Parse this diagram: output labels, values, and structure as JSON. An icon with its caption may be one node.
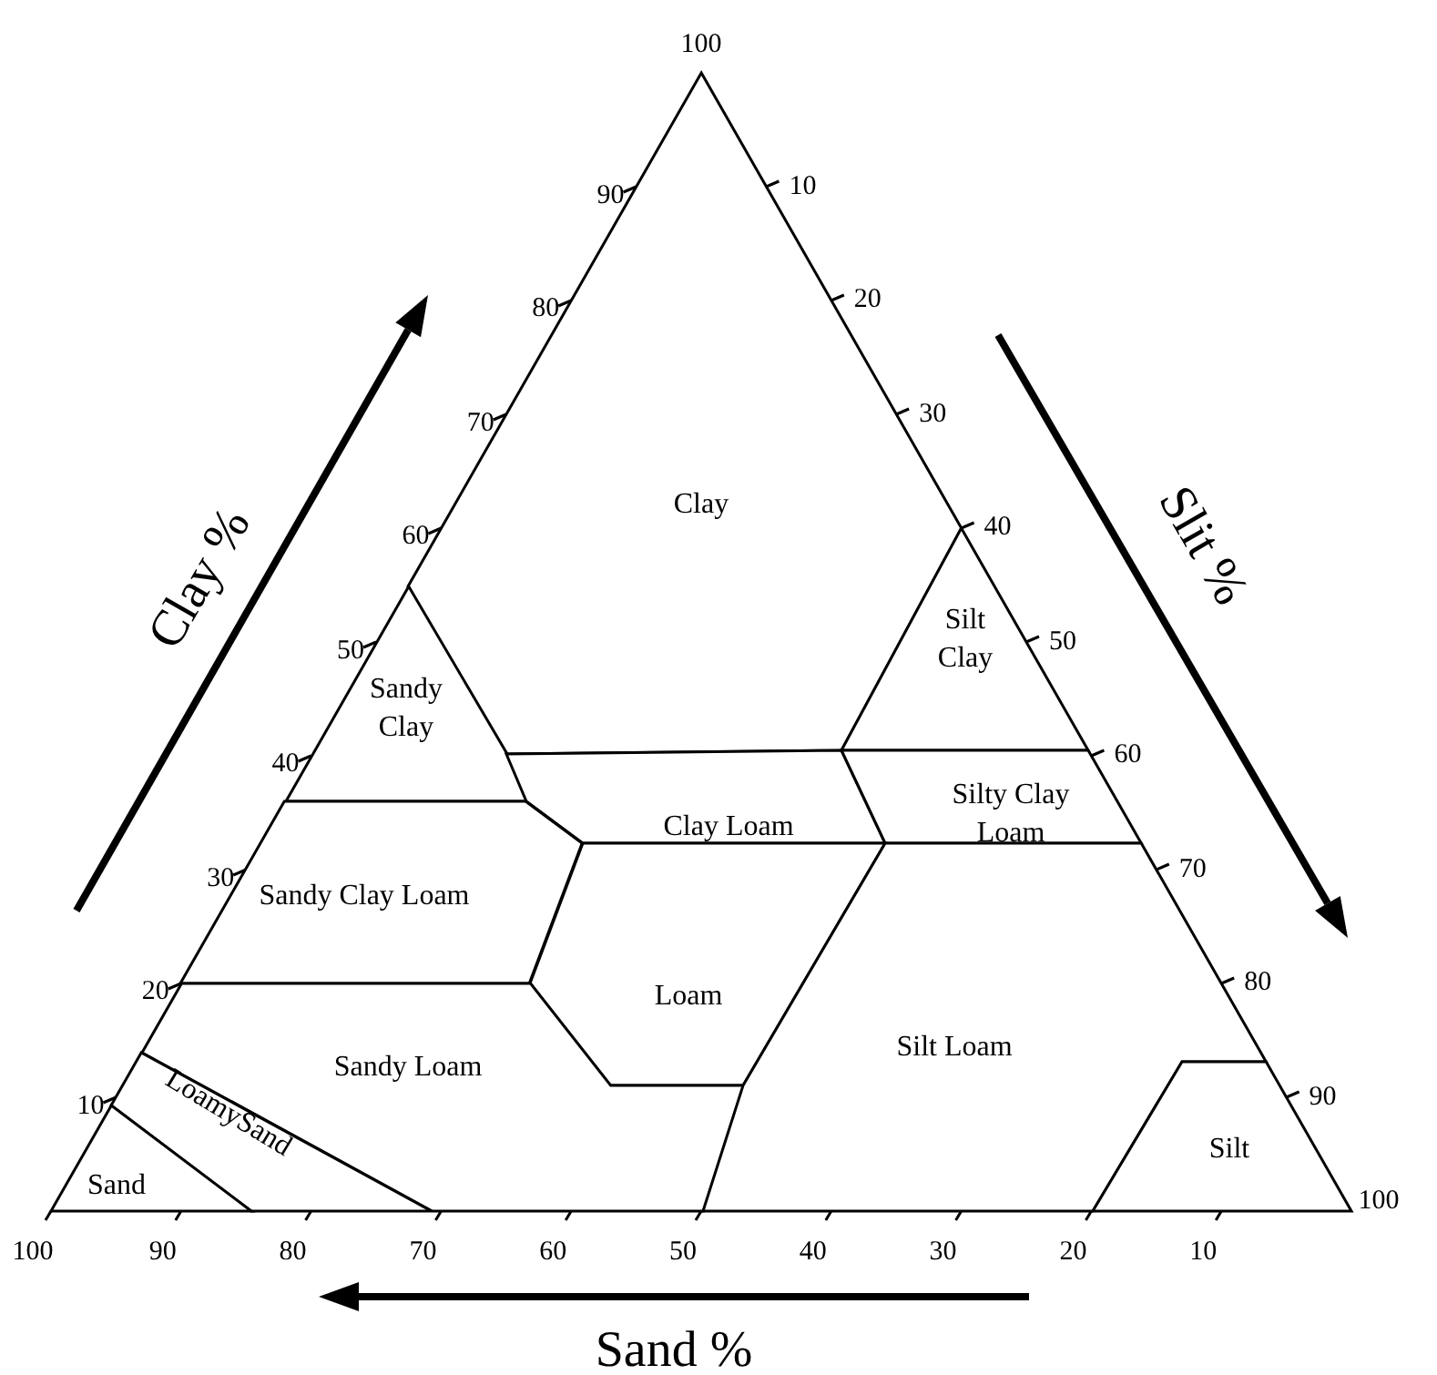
{
  "diagram": {
    "nodes": [
      {
        "text": [
          "Clay"
        ]
      },
      {
        "text": [
          "Silt Clay"
        ]
      },
      {
        "text": [
          "Sandy Clay"
        ]
      },
      {
        "text": [
          "Clay Loam"
        ]
      },
      {
        "text": [
          "Silty Clay Loam"
        ]
      },
      {
        "text": [
          "Sandy Clay Loam"
        ]
      },
      {
        "text": [
          "Loam"
        ]
      },
      {
        "text": [
          "Sandy Loam"
        ]
      },
      {
        "text": [
          "Silt Loam"
        ]
      },
      {
        "text": [
          "LoamySand"
        ]
      },
      {
        "text": [
          "Sand"
        ]
      },
      {
        "text": [
          "Silt"
        ]
      }
    ],
    "labels": [
      "100",
      "90",
      "80",
      "70",
      "60",
      "50",
      "40",
      "30",
      "20",
      "10",
      "10",
      "20",
      "30",
      "40",
      "50",
      "60",
      "70",
      "80",
      "90",
      "100",
      "100",
      "90",
      "80",
      "70",
      "60",
      "50",
      "40",
      "30",
      "20",
      "10",
      "Clay %",
      "Slit %",
      "Sand %"
    ]
  }
}
